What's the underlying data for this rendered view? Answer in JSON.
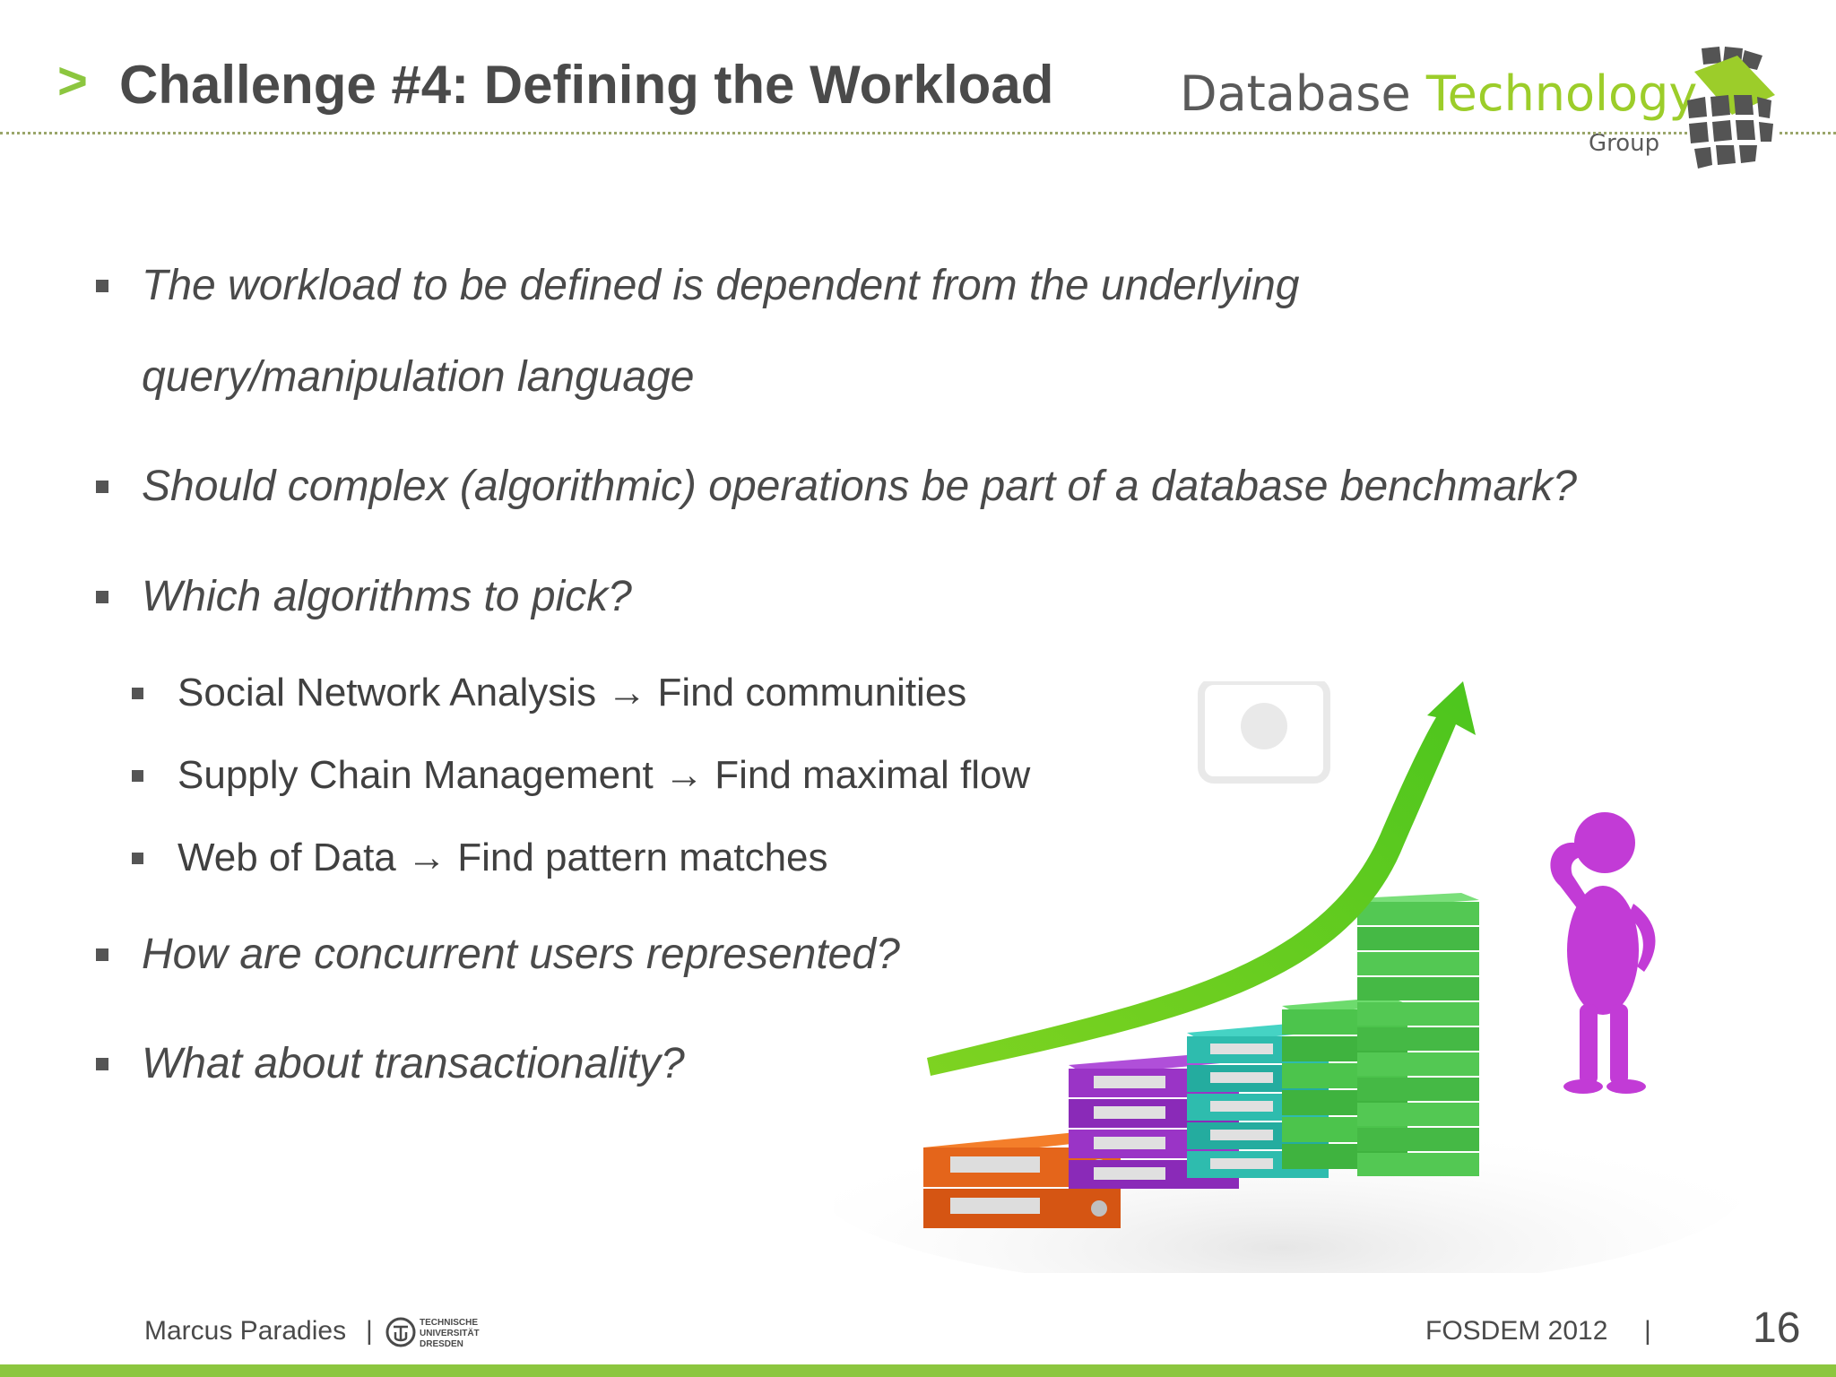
{
  "slide": {
    "title_marker": ">",
    "title": "Challenge #4: Defining the Workload",
    "brand": {
      "word1": "Database",
      "word2": "Technology",
      "sub": "Group",
      "colors": {
        "dark": "#5a5a5a",
        "accent": "#9ccd2a"
      }
    },
    "bullets": [
      {
        "line1": "The workload to be defined is dependent from the underlying",
        "line2": "query/manipulation language"
      },
      {
        "line1": "Should complex (algorithmic) operations be part of a database benchmark?"
      },
      {
        "line1": "Which algorithms to pick?"
      },
      {
        "line1": "How are concurrent users represented?"
      },
      {
        "line1": "What about transactionality?"
      }
    ],
    "sub_bullets": [
      {
        "text": "Social Network Analysis → Find communities"
      },
      {
        "text": "Supply Chain Management → Find maximal flow"
      },
      {
        "text": "Web of Data → Find pattern matches"
      }
    ]
  },
  "footer": {
    "author": "Marcus Paradies",
    "separator": "|",
    "university_logo_text": [
      "TECHNISCHE",
      "UNIVERSITÄT",
      "DRESDEN"
    ],
    "event": "FOSDEM 2012",
    "page_number": "16"
  },
  "theme": {
    "accent": "#8cc63f",
    "text": "#4a4a4a"
  },
  "illustration": {
    "icon": "growth-chart-binders-figure"
  }
}
